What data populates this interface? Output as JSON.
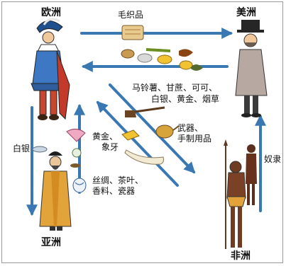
{
  "regions": {
    "europe": "欧洲",
    "america": "美洲",
    "asia": "亚洲",
    "africa": "非洲"
  },
  "flows": {
    "woolens": "毛织品",
    "americas_goods_line1": "马铃薯、甘蔗、可可、",
    "americas_goods_line2": "白银、黄金、烟草",
    "gold_ivory_line1": "黄金、",
    "gold_ivory_line2": "象牙",
    "weapons_line1": "武器、",
    "weapons_line2": "手制用品",
    "silver": "白银",
    "asian_goods_line1": "丝绸、茶叶、",
    "asian_goods_line2": "香料、瓷器",
    "slaves": "奴隶"
  },
  "colors": {
    "arrow": "#3a78b4",
    "frame": "#9a9a9a"
  }
}
